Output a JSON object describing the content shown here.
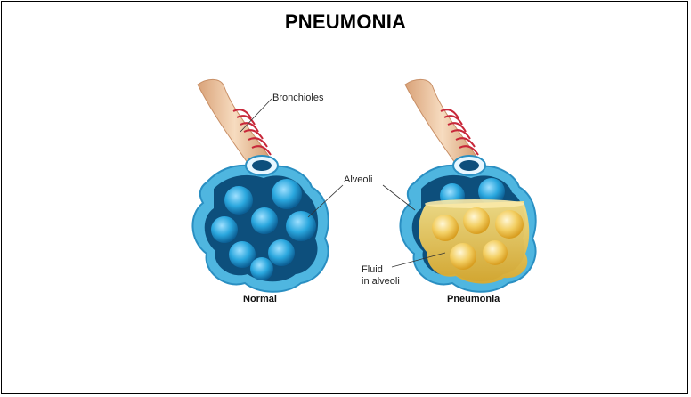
{
  "title": "PNEUMONIA",
  "labels": {
    "bronchioles": "Bronchioles",
    "alveoli": "Alveoli",
    "fluid_line1": "Fluid",
    "fluid_line2": "in alveoli"
  },
  "captions": {
    "normal": "Normal",
    "pneumonia": "Pneumonia"
  },
  "colors": {
    "airway_tan": "#f0c9a0",
    "airway_red": "#c8283a",
    "alveoli_blue": "#2aa7de",
    "alveoli_dark": "#0d4f7c",
    "outer_membrane": "#a9dcf2",
    "fluid_yellow": "#e9b934"
  }
}
